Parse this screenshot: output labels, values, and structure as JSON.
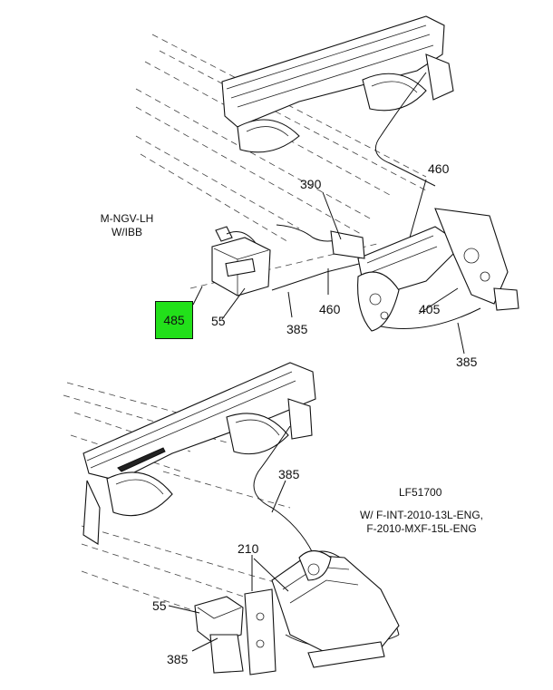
{
  "figure_id": "LF51700",
  "top_view": {
    "note": [
      "M-NGV-LH",
      "W/IBB"
    ],
    "callouts": {
      "c390": "390",
      "c460a": "460",
      "c460b": "460",
      "c485": "485",
      "c55": "55",
      "c385a": "385",
      "c405": "405",
      "c385b": "385"
    },
    "highlight_color": "#22e01a"
  },
  "bottom_view": {
    "note": [
      "W/ F-INT-2010-13L-ENG,",
      "F-2010-MXF-15L-ENG"
    ],
    "callouts": {
      "c385a": "385",
      "c210": "210",
      "c55": "55",
      "c385b": "385"
    }
  }
}
